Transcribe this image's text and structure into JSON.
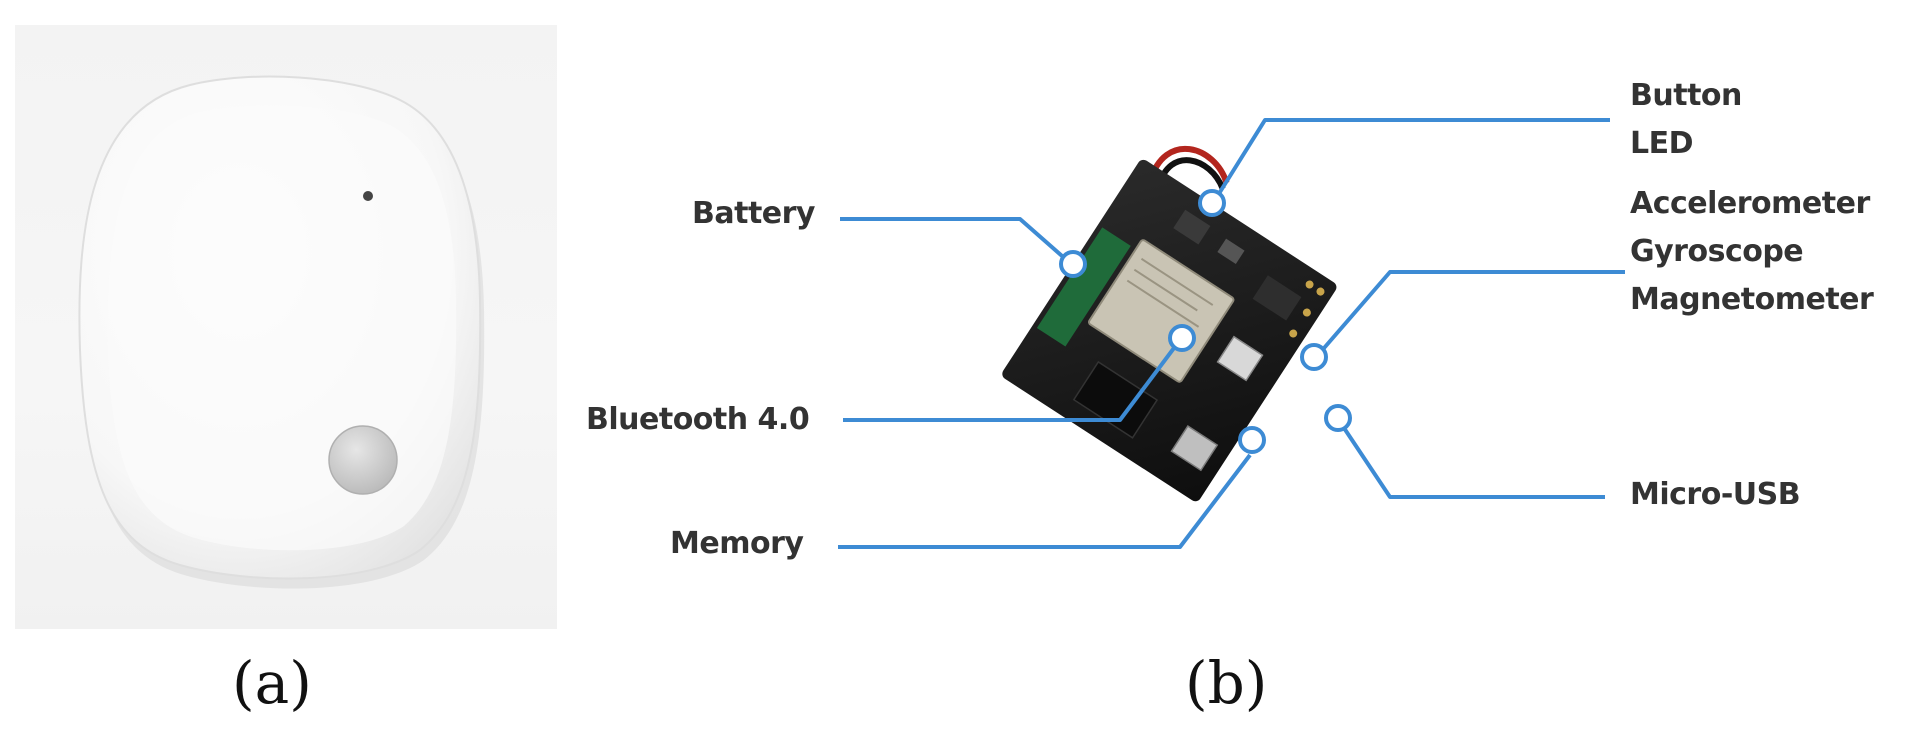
{
  "panel_a": {
    "label": "(a)"
  },
  "panel_b": {
    "label": "(b)",
    "callouts": {
      "battery": "Battery",
      "bluetooth": "Bluetooth 4.0",
      "memory": "Memory",
      "button": "Button",
      "led": "LED",
      "accelerometer": "Accelerometer",
      "gyroscope": "Gyroscope",
      "magnetometer": "Magnetometer",
      "micro_usb": "Micro-USB"
    },
    "line_color": "#3d8bd4"
  }
}
